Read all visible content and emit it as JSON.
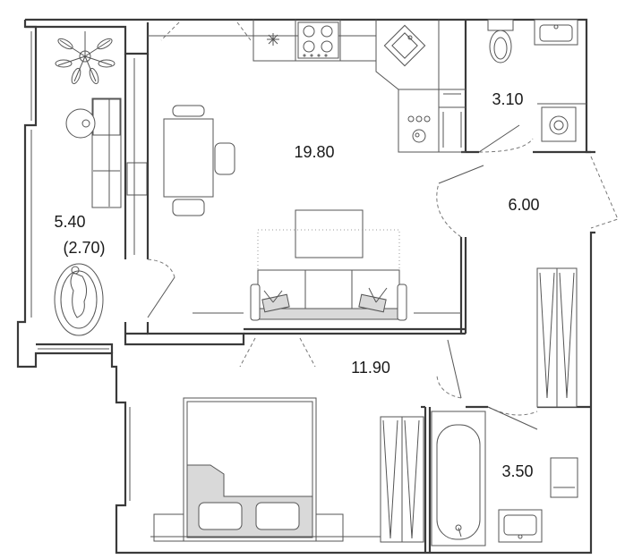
{
  "rooms": [
    {
      "id": "balcony",
      "area": "5.40",
      "sub_area": "(2.70)"
    },
    {
      "id": "kitchen-living",
      "area": "19.80"
    },
    {
      "id": "bathroom-top",
      "area": "3.10"
    },
    {
      "id": "hallway",
      "area": "6.00"
    },
    {
      "id": "bedroom",
      "area": "11.90"
    },
    {
      "id": "bathroom-bottom",
      "area": "3.50"
    }
  ],
  "colors": {
    "wall": "#3a3a3a",
    "furniture_fill": "#d9d9d9",
    "text": "#1a1a1a"
  },
  "icons": [
    "plant-icon",
    "dog-rug-icon",
    "stove-icon",
    "sink-icon",
    "washing-machine-icon",
    "toilet-icon",
    "bathtub-icon",
    "wardrobe-icon"
  ]
}
